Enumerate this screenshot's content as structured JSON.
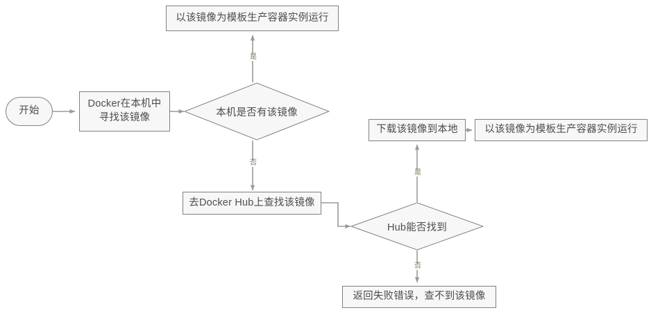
{
  "diagram": {
    "title_present": false,
    "colors": {
      "node_fill": "#f7f7f7",
      "node_stroke": "#808080",
      "edge_stroke": "#9a9a9a",
      "text": "#4d4d4d",
      "label_text": "#7a7359",
      "background": "#ffffff"
    },
    "nodes": {
      "start": {
        "label": "开始",
        "shape": "terminator"
      },
      "find_local": {
        "label": "Docker在本机中\n寻找该镜像",
        "shape": "process"
      },
      "has_local_image": {
        "label": "本机是否有该镜像",
        "shape": "decision"
      },
      "run_container_top": {
        "label": "以该镜像为模板生产容器实例运行",
        "shape": "process"
      },
      "search_hub": {
        "label": "去Docker Hub上查找该镜像",
        "shape": "process"
      },
      "hub_found": {
        "label": "Hub能否找到",
        "shape": "decision"
      },
      "download_image": {
        "label": "下载该镜像到本地",
        "shape": "process"
      },
      "run_container_right": {
        "label": "以该镜像为模板生产容器实例运行",
        "shape": "process"
      },
      "fail_return": {
        "label": "返回失败错误，查不到该镜像",
        "shape": "process"
      }
    },
    "edge_labels": {
      "local_yes": "是",
      "local_no": "否",
      "hub_yes": "是",
      "hub_no": "否"
    }
  }
}
